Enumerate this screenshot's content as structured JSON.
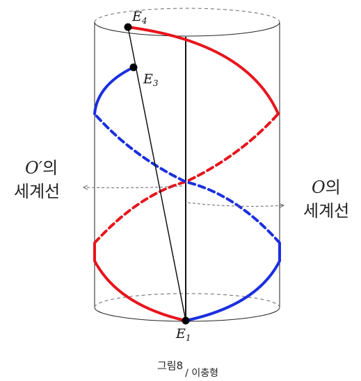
{
  "diagram": {
    "points": {
      "e4": {
        "base": "E",
        "sub": "4"
      },
      "e3": {
        "base": "E",
        "sub": "3"
      },
      "e1": {
        "base": "E",
        "sub": "1"
      }
    },
    "left_label": {
      "symbol": "O′",
      "suffix": "의",
      "line2": "세계선"
    },
    "right_label": {
      "symbol": "O",
      "suffix": "의",
      "line2": "세계선"
    },
    "colors": {
      "red": "#e8141c",
      "blue": "#1a2fe0",
      "outline": "#222222"
    }
  },
  "caption": {
    "figure": "그림8",
    "separator": "/ ",
    "author": "이충형"
  }
}
